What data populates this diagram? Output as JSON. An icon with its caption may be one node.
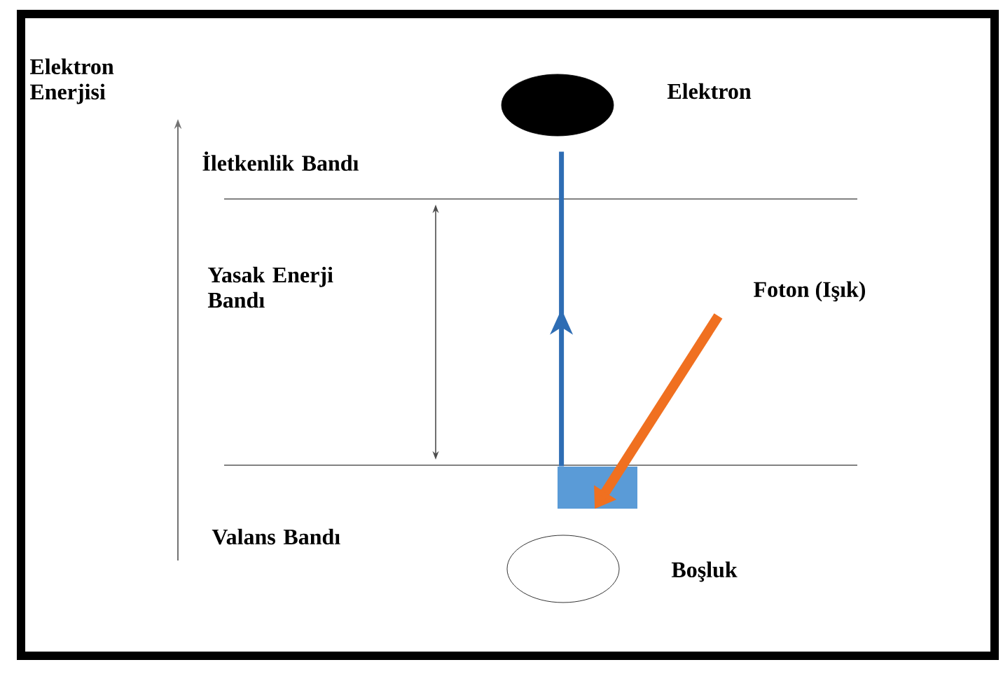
{
  "diagram": {
    "nodes": [
      {
        "text": [],
        "shape": "box"
      },
      {
        "text": [],
        "shape": "circle",
        "beside": [
          "Elektron"
        ]
      },
      {
        "text": [],
        "shape": "circle",
        "beside": [
          "Boşluk"
        ]
      },
      {
        "text": [
          "Foton (Işık)"
        ]
      }
    ],
    "edges": [
      {
        "from": 0,
        "to": 1,
        "arrow": "to",
        "color": "#2e6db4"
      },
      {
        "from": 3,
        "to": 0,
        "arrow": "to",
        "style": "thick",
        "color": "#f07020"
      }
    ],
    "labels": [
      "Elektron Enerjisi",
      "İletkenlik Bandı",
      "Yasak Enerji Bandı",
      "Valans Bandı"
    ]
  }
}
